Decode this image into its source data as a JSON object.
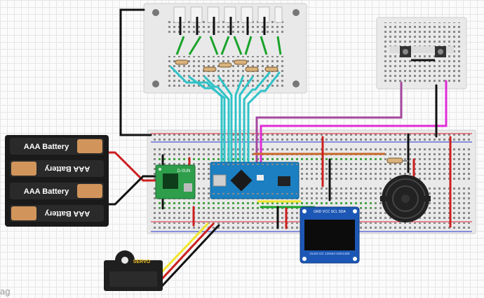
{
  "battery_pack": {
    "cell_labels": [
      "AAA Battery",
      "AAA Battery",
      "AAA Battery",
      "AAA Battery"
    ]
  },
  "modules": {
    "regulator_label": "D-SUN",
    "servo_label": "SERVO",
    "oled_pins": "GND VCC SCL SDA",
    "oled_screen_text": "OLED I2C 128x64 SSD1306"
  },
  "footer_text": "ag",
  "colors": {
    "breadboard": "#e9e9e9",
    "arduino": "#1b7fc1",
    "regulator": "#2e9e4b",
    "oled_board": "#1c57b5",
    "wire_cyan": "#2fc3c8",
    "wire_green": "#1aa32a",
    "wire_magenta": "#e02cd6",
    "wire_purple": "#a6479f",
    "wire_red": "#cc1f1f",
    "wire_orange": "#c8692c",
    "wire_yellow": "#f0e52a"
  }
}
